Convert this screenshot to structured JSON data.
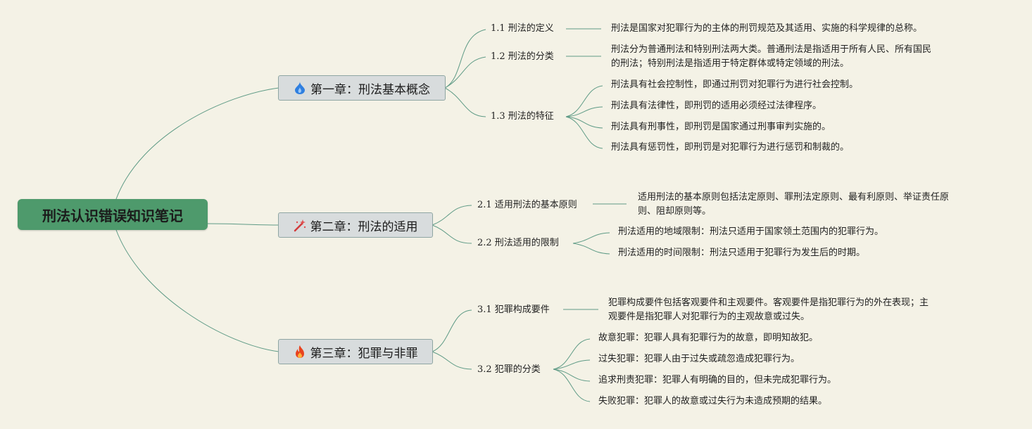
{
  "root": {
    "title": "刑法认识错误知识笔记"
  },
  "chapters": [
    {
      "icon": "water-drop-icon",
      "title": "第一章：刑法基本概念",
      "sections": [
        {
          "label": "1.1 刑法的定义",
          "details": [
            "刑法是国家对犯罪行为的主体的刑罚规范及其适用、实施的科学规律的总称。"
          ]
        },
        {
          "label": "1.2 刑法的分类",
          "details": [
            "刑法分为普通刑法和特别刑法两大类。普通刑法是指适用于所有人民、所有国民",
            "的刑法；特别刑法是指适用于特定群体或特定领域的刑法。"
          ]
        },
        {
          "label": "1.3 刑法的特征",
          "details": [
            "刑法具有社会控制性，即通过刑罚对犯罪行为进行社会控制。",
            "刑法具有法律性，即刑罚的适用必须经过法律程序。",
            "刑法具有刑事性，即刑罚是国家通过刑事审判实施的。",
            "刑法具有惩罚性，即刑罚是对犯罪行为进行惩罚和制裁的。"
          ]
        }
      ]
    },
    {
      "icon": "magic-wand-icon",
      "title": "第二章：刑法的适用",
      "sections": [
        {
          "label": "2.1 适用刑法的基本原则",
          "details": [
            "适用刑法的基本原则包括法定原则、罪刑法定原则、最有利原则、举证责任原",
            "则、阻却原则等。"
          ]
        },
        {
          "label": "2.2 刑法适用的限制",
          "details": [
            "刑法适用的地域限制：刑法只适用于国家领土范围内的犯罪行为。",
            "刑法适用的时间限制：刑法只适用于犯罪行为发生后的时期。"
          ]
        }
      ]
    },
    {
      "icon": "fire-icon",
      "title": "第三章：犯罪与非罪",
      "sections": [
        {
          "label": "3.1 犯罪构成要件",
          "details": [
            "犯罪构成要件包括客观要件和主观要件。客观要件是指犯罪行为的外在表现；主",
            "观要件是指犯罪人对犯罪行为的主观故意或过失。"
          ]
        },
        {
          "label": "3.2 犯罪的分类",
          "details": [
            "故意犯罪：犯罪人具有犯罪行为的故意，即明知故犯。",
            "过失犯罪：犯罪人由于过失或疏忽造成犯罪行为。",
            "追求刑责犯罪：犯罪人有明确的目的，但未完成犯罪行为。",
            "失败犯罪：犯罪人的故意或过失行为未造成预期的结果。"
          ]
        }
      ]
    }
  ],
  "colors": {
    "line": "#5f9b86",
    "root_bg": "#4e9a6c",
    "chapter_bg": "#d8dcdd",
    "background": "#f4f2e6"
  }
}
